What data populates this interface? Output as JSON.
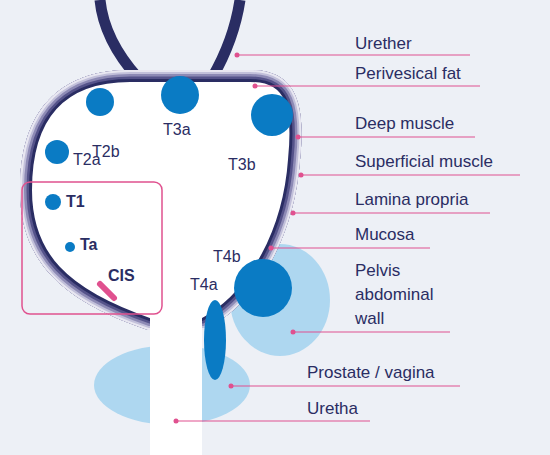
{
  "diagram": {
    "labels": [
      "Urether",
      "Perivesical fat",
      "T2b",
      "T3a",
      "T3b",
      "Deep muscle",
      "T2a",
      "Superficial muscle",
      "T1",
      "Lamina propria",
      "Ta",
      "Mucosa",
      "CIS",
      "T4b",
      "T4a",
      "Pelvis abdominal wall",
      "Prostate / vagina",
      "Uretha"
    ]
  }
}
